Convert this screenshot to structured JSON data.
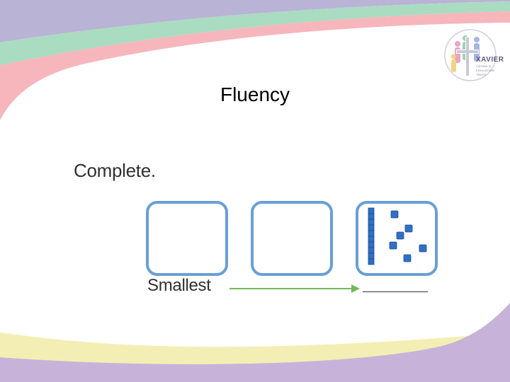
{
  "slide": {
    "title": "Fluency",
    "instruction": "Complete.",
    "order_label": "Smallest"
  },
  "logo": {
    "name": "XAVIER",
    "subtitle_lines": [
      "CATHOLIC",
      "EDUCATION",
      "TRUST"
    ]
  },
  "representation": {
    "tens_rods": 1,
    "ones_cubes": 6
  },
  "colors": {
    "band_purple": "#b9b3d6",
    "band_green": "#a9dcc1",
    "band_pink": "#f6b6bc",
    "bottom_yellow": "#f3efb4",
    "bottom_purple": "#c7b3da",
    "box_border": "#6a9fd6",
    "arrow": "#72b85a",
    "cube": "#2f6fc4"
  }
}
